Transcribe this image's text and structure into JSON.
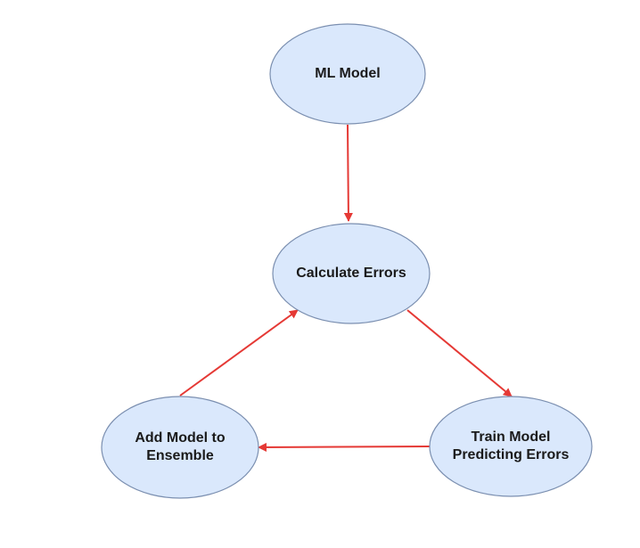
{
  "nodes": {
    "ml_model": {
      "label": "ML Model"
    },
    "calculate_errors": {
      "label": "Calculate Errors"
    },
    "train_model": {
      "label": "Train Model\nPredicting Errors"
    },
    "add_model": {
      "label": "Add Model to\nEnsemble"
    }
  },
  "edges": [
    {
      "from": "ml_model",
      "to": "calculate_errors"
    },
    {
      "from": "calculate_errors",
      "to": "train_model"
    },
    {
      "from": "train_model",
      "to": "add_model"
    },
    {
      "from": "add_model",
      "to": "calculate_errors"
    }
  ],
  "colors": {
    "node_fill": "#dae8fc",
    "node_stroke": "#7b8fb0",
    "edge": "#e53935",
    "text": "#1a1a1a"
  }
}
